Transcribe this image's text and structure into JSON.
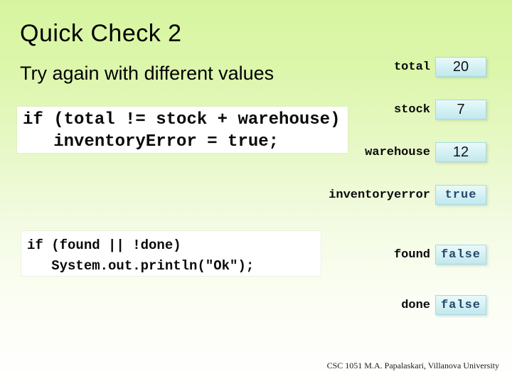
{
  "slide": {
    "title": "Quick Check 2",
    "subtitle": "Try again with different values",
    "footer": "CSC 1051 M.A. Papalaskari, Villanova University"
  },
  "code_blocks": [
    {
      "code": "if (total != stock + warehouse)\n   inventoryError = true;"
    },
    {
      "code": "if (found || !done)\n   System.out.println(\"Ok\");"
    }
  ],
  "variables": [
    {
      "name": "total",
      "value": "20",
      "kind": "number"
    },
    {
      "name": "stock",
      "value": "7",
      "kind": "number"
    },
    {
      "name": "warehouse",
      "value": "12",
      "kind": "number"
    },
    {
      "name": "inventoryerror",
      "value": "true",
      "kind": "boolean"
    },
    {
      "name": "found",
      "value": "false",
      "kind": "boolean"
    },
    {
      "name": "done",
      "value": "false",
      "kind": "boolean"
    }
  ],
  "colors": {
    "background_top": "#d7f5a0",
    "background_bottom": "#ffffff",
    "code_box_background": "#ffffff",
    "value_box_top": "#e9f9fb",
    "value_box_bottom": "#c2e8ee",
    "value_box_border": "#a5dbe4",
    "boolean_text": "#27476b",
    "body_text": "#000000"
  }
}
